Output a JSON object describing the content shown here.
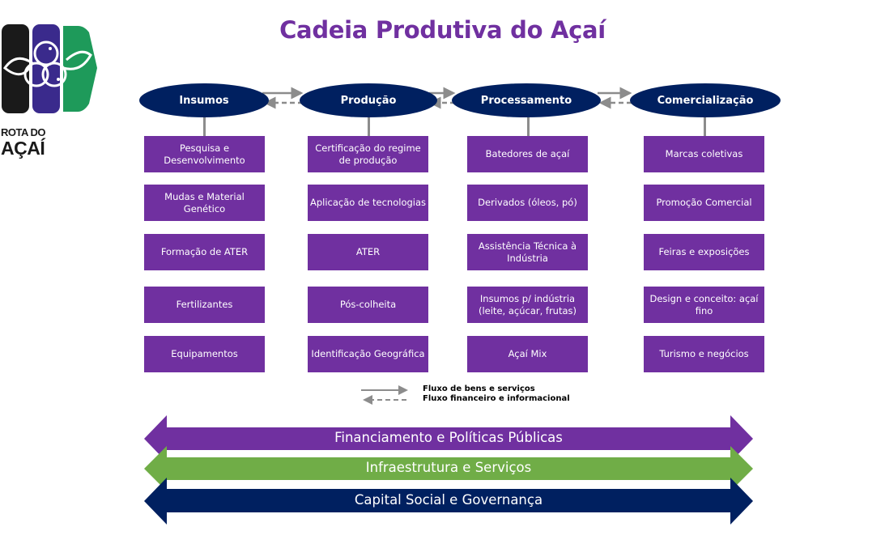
{
  "logo": {
    "line1": "ROTA DO",
    "line2": "AÇAÍ",
    "colors": {
      "black": "#1a1a1a",
      "purple": "#3a2a8c",
      "green": "#1e9a5a"
    }
  },
  "title": "Cadeia Produtiva do Açaí",
  "colors": {
    "title": "#7030A0",
    "oval": "#002060",
    "box": "#7030A0",
    "connector": "#8c8c8c",
    "band_financing": "#7030A0",
    "band_infrastructure": "#70AD47",
    "band_governance": "#002060"
  },
  "stages": [
    {
      "label": "Insumos",
      "items": [
        "Pesquisa e Desenvolvimento",
        "Mudas e Material Genético",
        "Formação de ATER",
        "Fertilizantes",
        "Equipamentos"
      ]
    },
    {
      "label": "Produção",
      "items": [
        "Certificação do regime de produção",
        "Aplicação de tecnologias",
        "ATER",
        "Pós-colheita",
        "Identificação Geográfica"
      ]
    },
    {
      "label": "Processamento",
      "items": [
        "Batedores de açaí",
        "Derivados (óleos, pó)",
        "Assistência Técnica à Indústria",
        "Insumos p/ indústria (leite, açúcar, frutas)",
        "Açaí Mix"
      ]
    },
    {
      "label": "Comercialização",
      "items": [
        "Marcas coletivas",
        "Promoção Comercial",
        "Feiras e exposições",
        "Design e conceito: açaí fino",
        "Turismo e negócios"
      ]
    }
  ],
  "legend": {
    "solid": "Fluxo de bens e serviços",
    "dashed": "Fluxo financeiro e informacional"
  },
  "bands": [
    {
      "label": "Financiamento e Políticas Públicas"
    },
    {
      "label": "Infraestrutura e Serviços"
    },
    {
      "label": "Capital Social e Governança"
    }
  ]
}
